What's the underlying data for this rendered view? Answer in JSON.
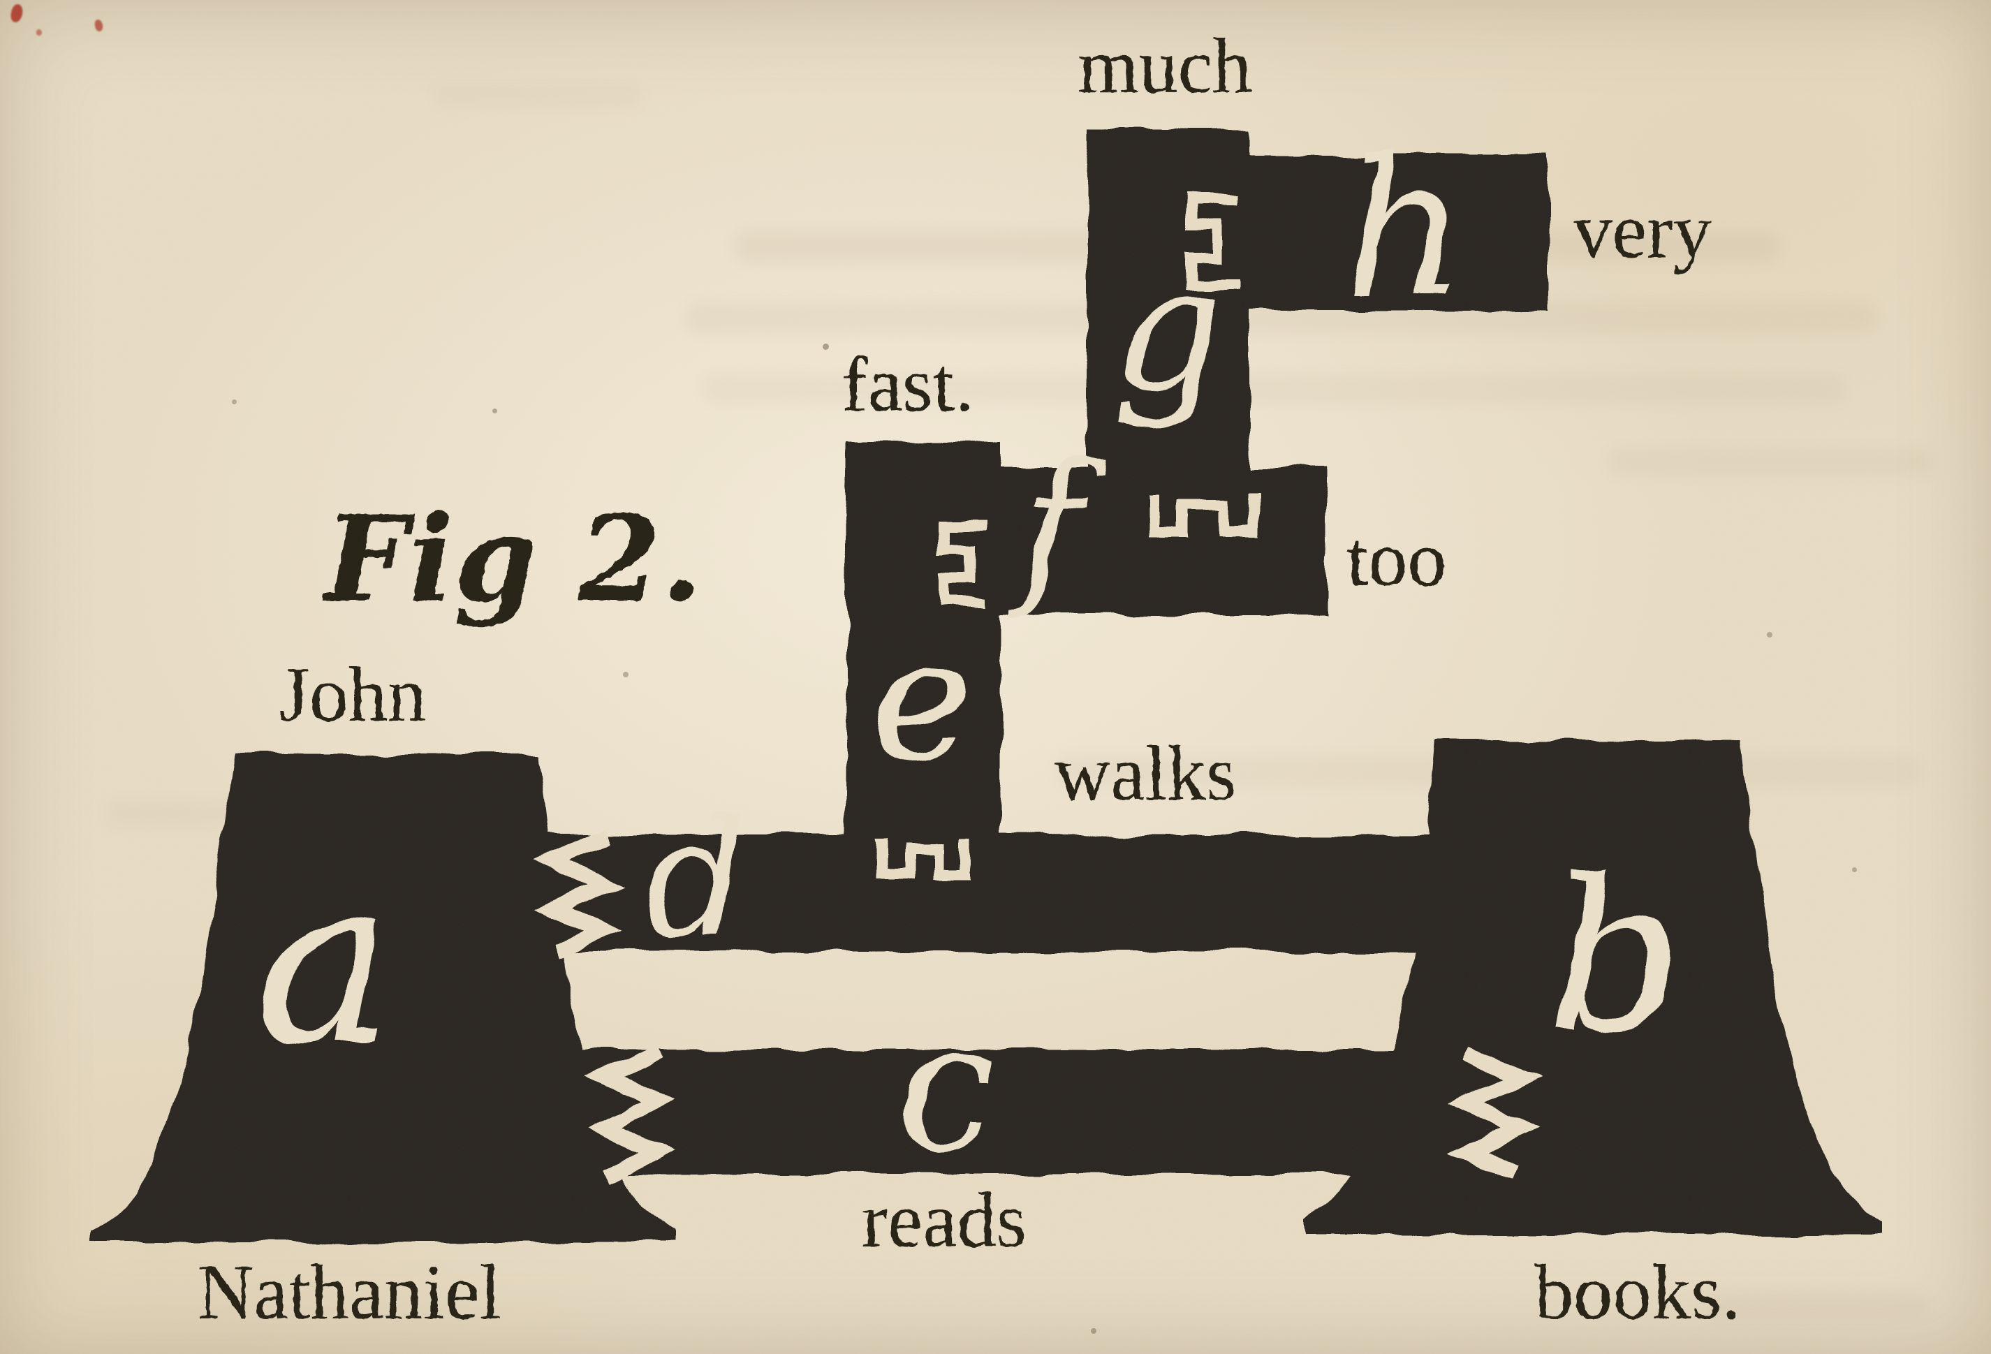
{
  "figure": {
    "title": "Fig 2.",
    "letters": {
      "a": "a",
      "b": "b",
      "c": "c",
      "d": "d",
      "e": "e",
      "f": "f",
      "g": "g",
      "h": "h"
    },
    "labels": {
      "much": "much",
      "very": "very",
      "fast": "fast.",
      "too": "too",
      "walks": "walks",
      "reads": "reads",
      "john": "John",
      "nathaniel": "Nathaniel",
      "books": "books."
    },
    "colors": {
      "ink": "#2c2722",
      "paper": "#e9ddc6",
      "knockout": "#ece1ca"
    }
  }
}
